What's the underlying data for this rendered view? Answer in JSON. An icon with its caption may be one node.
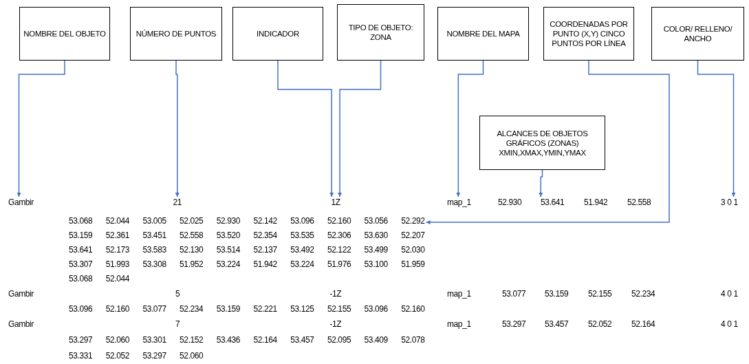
{
  "diagram": {
    "nodes": [
      {
        "text": [
          "NOMBRE DEL OBJETO"
        ]
      },
      {
        "text": [
          "NÚMERO DE PUNTOS"
        ]
      },
      {
        "text": [
          "INDICADOR"
        ]
      },
      {
        "text": [
          "TIPO DE OBJETO: ZONA"
        ]
      },
      {
        "text": [
          "NOMBRE DEL MAPA"
        ]
      },
      {
        "text": [
          "COORDENADAS POR PUNTO (X,Y) CINCO PUNTOS POR LÍNEA"
        ]
      },
      {
        "text": [
          "COLOR/ RELLENO/ ANCHO"
        ]
      },
      {
        "text": [
          "ALCANCES DE OBJETOS GRÁFICOS (ZONAS) XMIN,XMAX,YMIN,YMAX"
        ]
      },
      {
        "text": [
          "Gambir"
        ]
      },
      {
        "text": [
          "21"
        ]
      },
      {
        "text": [
          "1Z"
        ]
      },
      {
        "text": [
          "map_1"
        ]
      },
      {
        "text": [
          "52.930",
          "53.641",
          "51.942",
          "52.558"
        ]
      },
      {
        "text": [
          "53.068",
          "52.044",
          "53.005",
          "52.025",
          "52.930",
          "52.142",
          "53.096",
          "52.160",
          "53.056",
          "52.292",
          "53.159",
          "52.361",
          "53.451",
          "52.558",
          "53.520",
          "52.354",
          "53.535",
          "52.306",
          "53.630",
          "52.207",
          "53.641",
          "52.173",
          "53.583",
          "52.130",
          "53.514",
          "52.137",
          "53.492",
          "52.122",
          "53.499",
          "52.030",
          "53.307",
          "51.993",
          "53.308",
          "51.952",
          "53.224",
          "51.942",
          "53.224",
          "51.976",
          "53.100",
          "51.959",
          "53.068",
          "52.044"
        ]
      },
      {
        "text": [
          "3 0 1"
        ]
      }
    ],
    "edges": [
      {
        "from": 0,
        "to": 8,
        "arrow": "to"
      },
      {
        "from": 1,
        "to": 9,
        "arrow": "to"
      },
      {
        "from": 2,
        "to": 10,
        "arrow": "to"
      },
      {
        "from": 3,
        "to": 10,
        "arrow": "to"
      },
      {
        "from": 4,
        "to": 11,
        "arrow": "to"
      },
      {
        "from": 7,
        "to": 12,
        "arrow": "to"
      },
      {
        "from": 5,
        "to": 13,
        "arrow": "to"
      },
      {
        "from": 6,
        "to": 14,
        "arrow": "to"
      }
    ],
    "labels": [
      "Gambir",
      "5",
      "-1Z",
      "map_1",
      "53.077",
      "53.159",
      "52.155",
      "52.234",
      "4 0 1",
      "53.096",
      "52.160",
      "53.077",
      "52.234",
      "53.159",
      "52.221",
      "53.125",
      "52.155",
      "53.096",
      "52.160",
      "Gambir",
      "7",
      "-1Z",
      "map_1",
      "53.297",
      "53.457",
      "52.052",
      "52.164",
      "4 0 1",
      "53.297",
      "52.060",
      "53.301",
      "52.152",
      "53.436",
      "52.164",
      "53.457",
      "52.095",
      "53.409",
      "52.078",
      "53.331",
      "52.052",
      "53.297",
      "52.060"
    ]
  }
}
